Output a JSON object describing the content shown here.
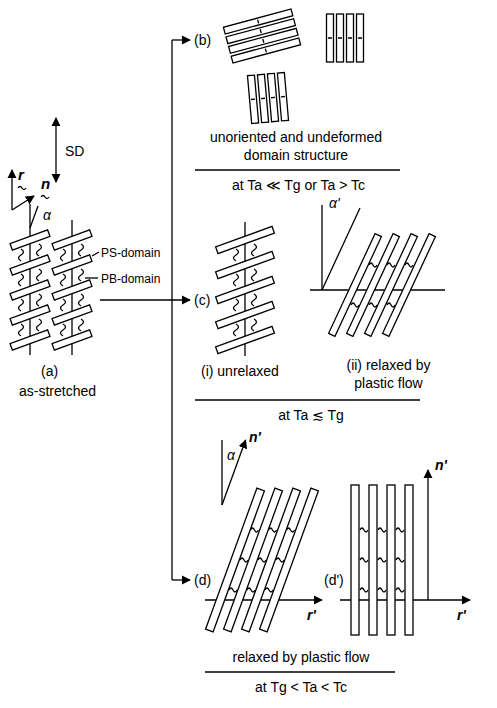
{
  "diagram": {
    "labels": [
      "SD",
      "r",
      "n",
      "α",
      "PS-domain",
      "PB-domain",
      "(a)",
      "as-stretched",
      "(b)",
      "unoriented and undeformed domain structure",
      "at Ta ≪ Tg or Ta > Tc",
      "(c)",
      "α'",
      "(i) unrelaxed",
      "(ii) relaxed by plastic flow",
      "at Ta ≲ Tg",
      "(d)",
      "α",
      "n'",
      "r'",
      "(d')",
      "n'",
      "r'",
      "relaxed by plastic flow",
      "at Tg < Ta < Tc"
    ]
  }
}
